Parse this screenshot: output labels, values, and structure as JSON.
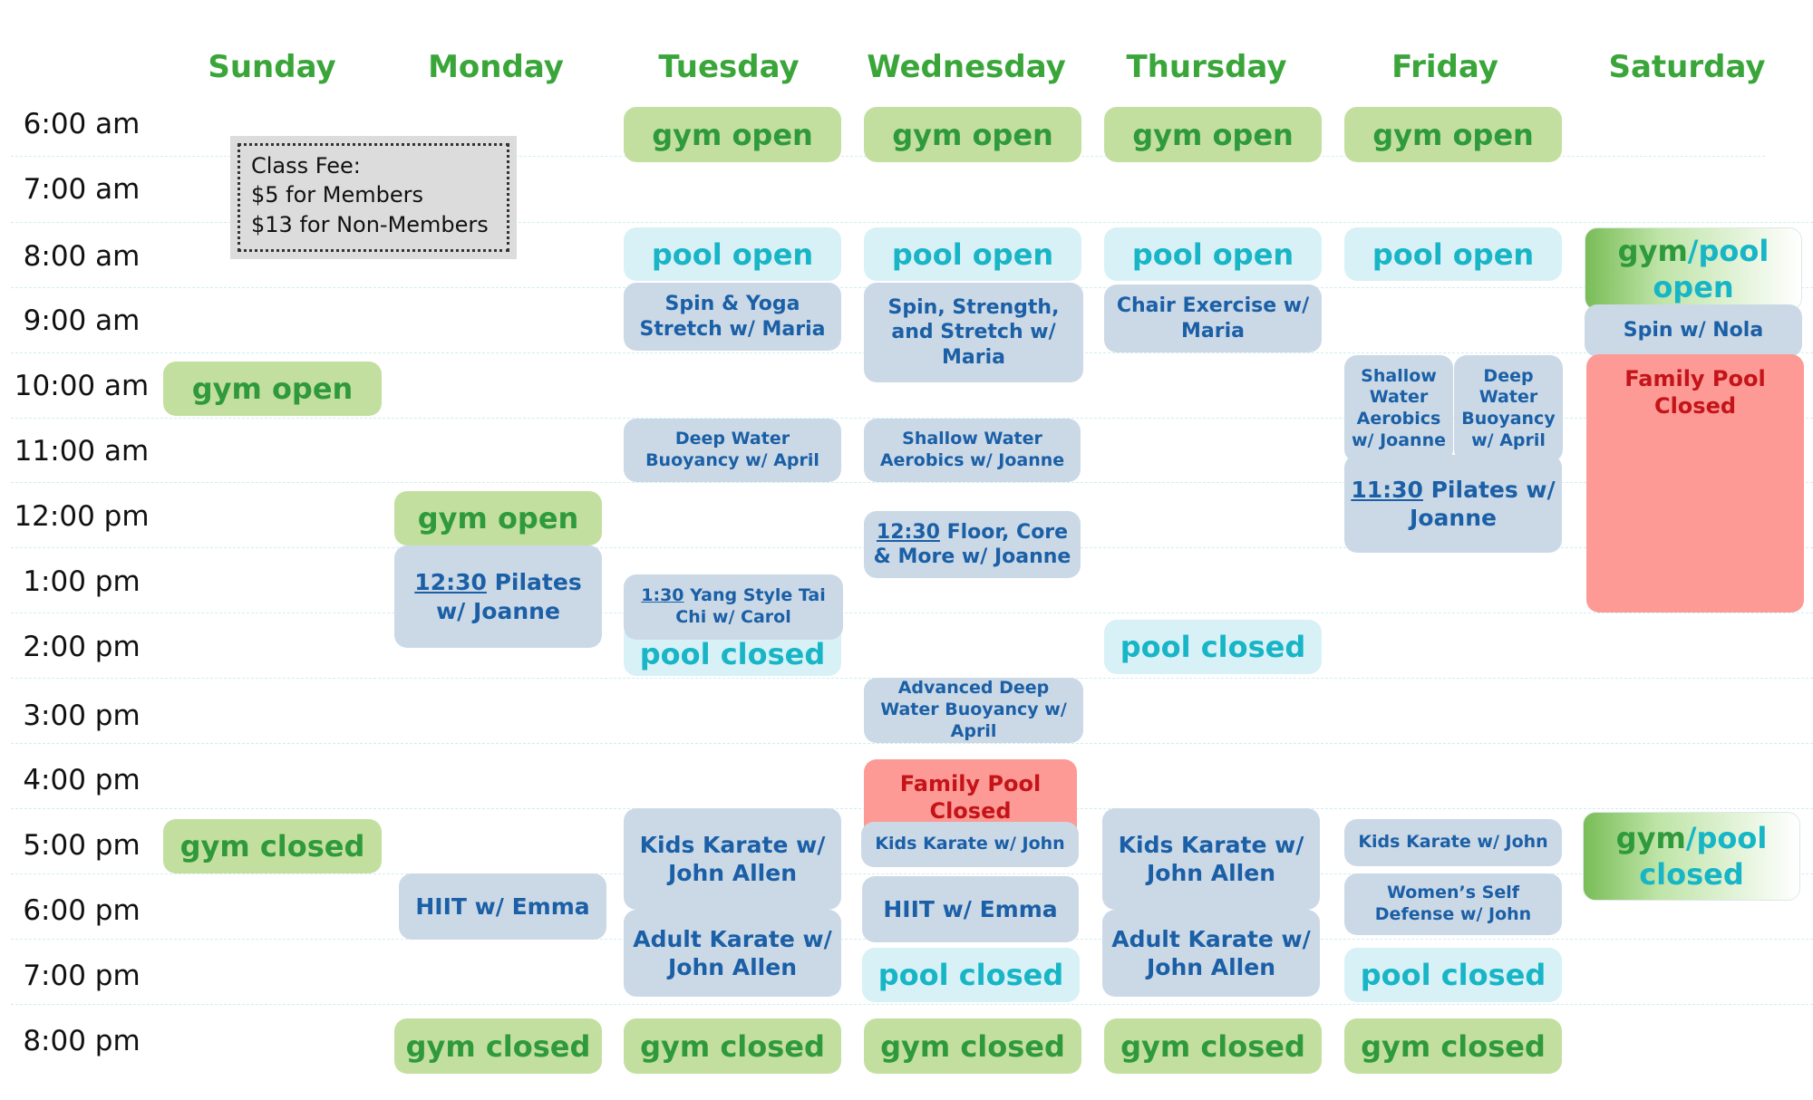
{
  "days": [
    "Sunday",
    "Monday",
    "Tuesday",
    "Wednesday",
    "Thursday",
    "Friday",
    "Saturday"
  ],
  "times": [
    "6:00 am",
    "7:00 am",
    "8:00 am",
    "9:00 am",
    "10:00 am",
    "11:00 am",
    "12:00 pm",
    "1:00 pm",
    "2:00 pm",
    "3:00 pm",
    "4:00 pm",
    "5:00 pm",
    "6:00 pm",
    "7:00 pm",
    "8:00 pm"
  ],
  "fee": {
    "title": "Class Fee:",
    "members": "$5 for Members",
    "non_members": "$13 for Non-Members"
  },
  "labels": {
    "gym_open": "gym open",
    "gym_closed": "gym closed",
    "pool_open": "pool open",
    "pool_closed": "pool closed",
    "gym_pool_gym": "gym",
    "gym_pool_pool": "/pool",
    "gym_pool_open": "open",
    "gym_pool_closed": "closed",
    "family_pool_closed": "Family Pool Closed"
  },
  "classes": {
    "tue_spin_yoga": "Spin & Yoga Stretch w/ Maria",
    "wed_spin_strength": "Spin, Strength, and Stretch w/ Maria",
    "thu_chair": "Chair Exercise w/ Maria",
    "sat_spin": "Spin w/ Nola",
    "fri_shallow": "Shallow Water Aerobics w/ Joanne",
    "fri_deep": "Deep Water Buoyancy w/ April",
    "tue_deep": "Deep Water Buoyancy w/ April",
    "wed_shallow": "Shallow Water Aerobics w/ Joanne",
    "fri_pilates_time": "11:30",
    "fri_pilates": " Pilates w/ Joanne",
    "mon_pilates_time": "12:30",
    "mon_pilates": " Pilates w/ Joanne",
    "wed_floor_time": "12:30",
    "wed_floor": " Floor, Core & More w/ Joanne",
    "tue_tai_chi_time": "1:30",
    "tue_tai_chi": " Yang Style Tai Chi w/ Carol",
    "wed_adv_deep": "Advanced Deep Water Buoyancy w/ April",
    "kids_karate_long": "Kids Karate w/ John Allen",
    "kids_karate_short": "Kids Karate w/ John",
    "adult_karate": "Adult Karate w/ John Allen",
    "hiit": "HIIT w/ Emma",
    "womens_self_defense": "Women’s Self Defense w/ John"
  },
  "colors": {
    "day_header": "#3aa63a",
    "gym_block": "#c3df9f",
    "pool_block": "#d8f1f6",
    "class_block": "#cbd9e6",
    "closure_block": "#fd9a95"
  }
}
